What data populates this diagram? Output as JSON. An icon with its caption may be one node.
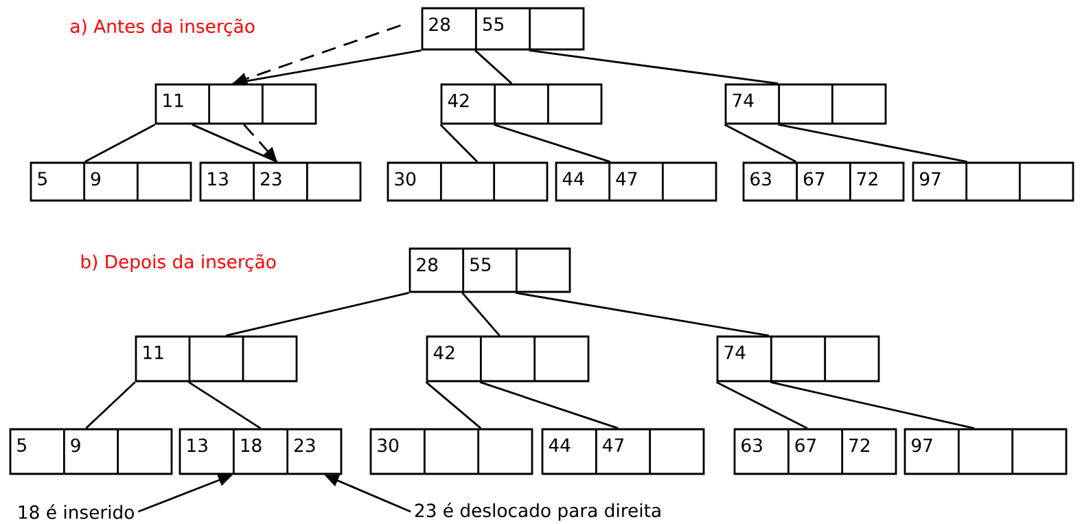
{
  "diagram": {
    "nodes": [
      {
        "text": [
          "28",
          "55"
        ]
      },
      {
        "text": [
          "11"
        ]
      },
      {
        "text": [
          "42"
        ]
      },
      {
        "text": [
          "74"
        ]
      },
      {
        "text": [
          "5",
          "9"
        ]
      },
      {
        "text": [
          "13",
          "23"
        ]
      },
      {
        "text": [
          "30"
        ]
      },
      {
        "text": [
          "44",
          "47"
        ]
      },
      {
        "text": [
          "63",
          "67",
          "72"
        ]
      },
      {
        "text": [
          "97"
        ]
      },
      {
        "text": [
          "28",
          "55"
        ]
      },
      {
        "text": [
          "11"
        ]
      },
      {
        "text": [
          "42"
        ]
      },
      {
        "text": [
          "74"
        ]
      },
      {
        "text": [
          "5",
          "9"
        ]
      },
      {
        "text": [
          "13",
          "18",
          "23"
        ]
      },
      {
        "text": [
          "30"
        ]
      },
      {
        "text": [
          "44",
          "47"
        ]
      },
      {
        "text": [
          "63",
          "67",
          "72"
        ]
      },
      {
        "text": [
          "97"
        ]
      },
      {
        "text": [
          "18 é inserido"
        ]
      },
      {
        "text": [
          "23 é deslocado para direita"
        ]
      }
    ],
    "edges": [
      {
        "from": 0,
        "to": 1,
        "arrow": "none"
      },
      {
        "from": 0,
        "to": 2,
        "arrow": "none"
      },
      {
        "from": 0,
        "to": 3,
        "arrow": "none"
      },
      {
        "from": 1,
        "to": 4,
        "arrow": "none"
      },
      {
        "from": 1,
        "to": 5,
        "arrow": "none"
      },
      {
        "from": 2,
        "to": 6,
        "arrow": "none"
      },
      {
        "from": 2,
        "to": 7,
        "arrow": "none"
      },
      {
        "from": 3,
        "to": 8,
        "arrow": "none"
      },
      {
        "from": 3,
        "to": 9,
        "arrow": "none"
      },
      {
        "from": 0,
        "to": 1,
        "arrow": "to",
        "style": "dashed"
      },
      {
        "from": 1,
        "to": 5,
        "arrow": "to",
        "style": "dashed"
      },
      {
        "from": 10,
        "to": 11,
        "arrow": "none"
      },
      {
        "from": 10,
        "to": 12,
        "arrow": "none"
      },
      {
        "from": 10,
        "to": 13,
        "arrow": "none"
      },
      {
        "from": 11,
        "to": 14,
        "arrow": "none"
      },
      {
        "from": 11,
        "to": 15,
        "arrow": "none"
      },
      {
        "from": 12,
        "to": 16,
        "arrow": "none"
      },
      {
        "from": 12,
        "to": 17,
        "arrow": "none"
      },
      {
        "from": 13,
        "to": 18,
        "arrow": "none"
      },
      {
        "from": 13,
        "to": 19,
        "arrow": "none"
      },
      {
        "from": 20,
        "to": 15,
        "arrow": "to"
      },
      {
        "from": 21,
        "to": 15,
        "arrow": "to"
      }
    ],
    "labels": [
      "a) Antes da inserção",
      "b) Depois da inserção"
    ]
  }
}
